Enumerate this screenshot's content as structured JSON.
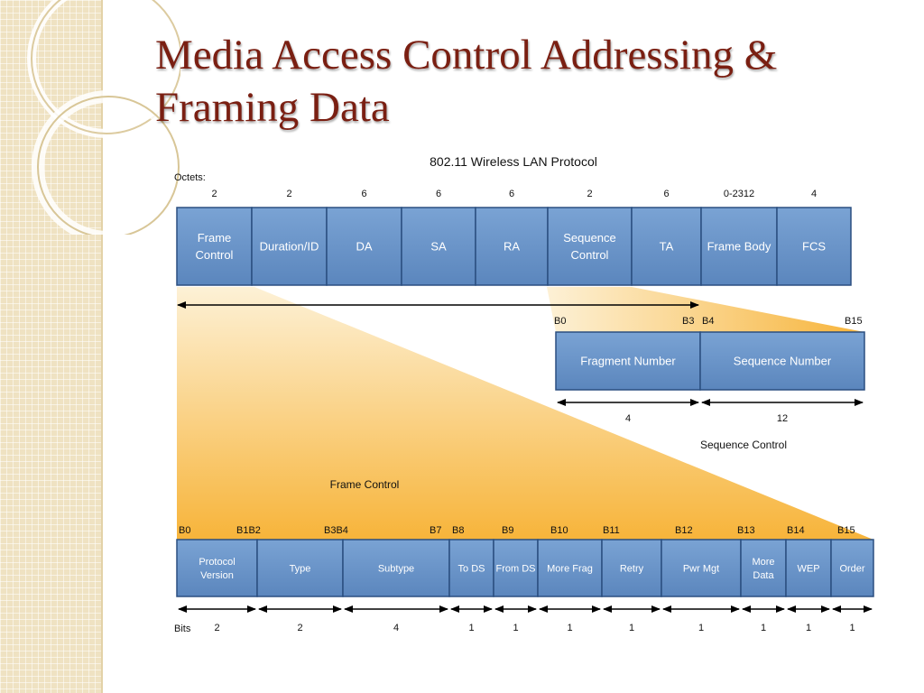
{
  "slide": {
    "title": "Media Access Control Addressing & Framing Data"
  },
  "diagram": {
    "heading": "802.11 Wireless LAN Protocol",
    "octets_label": "Octets:",
    "frame": [
      {
        "name": "Frame\nControl",
        "octets": "2"
      },
      {
        "name": "Duration/ID",
        "octets": "2"
      },
      {
        "name": "DA",
        "octets": "6"
      },
      {
        "name": "SA",
        "octets": "6"
      },
      {
        "name": "RA",
        "octets": "6"
      },
      {
        "name": "Sequence\nControl",
        "octets": "2"
      },
      {
        "name": "TA",
        "octets": "6"
      },
      {
        "name": "Frame Body",
        "octets": "0-2312"
      },
      {
        "name": "FCS",
        "octets": "4"
      }
    ],
    "sequence_control": {
      "caption": "Sequence Control",
      "bit_markers": [
        "B0",
        "B3",
        "B4",
        "B15"
      ],
      "fields": [
        {
          "name": "Fragment Number",
          "bits": "4"
        },
        {
          "name": "Sequence Number",
          "bits": "12"
        }
      ]
    },
    "frame_control": {
      "caption": "Frame Control",
      "bits_label": "Bits",
      "bit_markers": [
        "B0",
        "B1B2",
        "B3B4",
        "B7",
        "B8",
        "B9",
        "B10",
        "B11",
        "B12",
        "B13",
        "B14",
        "B15"
      ],
      "fields": [
        {
          "name": "Protocol\nVersion",
          "bits": "2"
        },
        {
          "name": "Type",
          "bits": "2"
        },
        {
          "name": "Subtype",
          "bits": "4"
        },
        {
          "name": "To DS",
          "bits": "1"
        },
        {
          "name": "From DS",
          "bits": "1"
        },
        {
          "name": "More Frag",
          "bits": "1"
        },
        {
          "name": "Retry",
          "bits": "1"
        },
        {
          "name": "Pwr Mgt",
          "bits": "1"
        },
        {
          "name": "More\nData",
          "bits": "1"
        },
        {
          "name": "WEP",
          "bits": "1"
        },
        {
          "name": "Order",
          "bits": "1"
        }
      ]
    },
    "colors": {
      "title": "#7a1f12",
      "box_fill": "#6b95c9",
      "box_stroke": "#2b4f80",
      "zoom_orange": "#f7b43a",
      "zoom_light": "#fdf1d6",
      "sidebar": "#efe2c2"
    }
  }
}
